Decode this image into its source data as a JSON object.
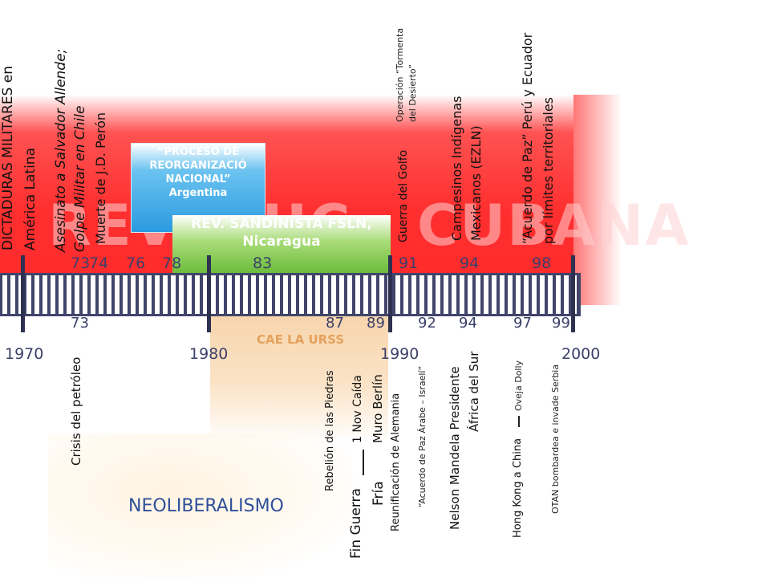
{
  "bands": {
    "revolucion_word_left": "REVOLUC",
    "revolucion_word_right": "CUBANA",
    "proceso": "“PROCESO DE REORGANIZACIÓ NACIONAL” Argentina",
    "sandinista": "REV. SANDINISTA FSLN, Nicaragua",
    "cae_urss": "CAE LA URSS",
    "neoliberalismo": "NEOLIBERALISMO"
  },
  "decades": [
    "1970",
    "1980",
    "1990",
    "2000"
  ],
  "years_top": [
    "73",
    "74",
    "76",
    "78",
    "83",
    "91",
    "94",
    "98"
  ],
  "years_bottom": [
    "73",
    "87",
    "89",
    "92",
    "94",
    "97",
    "99"
  ],
  "events_top": {
    "dictaduras_1": "DICTADURAS MILITARES en",
    "dictaduras_2": "América Latina",
    "allende_1": "Asesinato a Salvador Allende;",
    "allende_2": "Golpe Militar en Chile",
    "peron": "Muerte de J.D. Perón",
    "tormenta_1": "Operación “Tormenta",
    "tormenta_2": "del Desierto”",
    "golfo": "Guerra del Golfo",
    "ezln_1": "Campesinos Indígenas",
    "ezln_2": "Mexicanos (EZLN)",
    "paz_1": "“Acuerdo de Paz” Perú y Ecuador",
    "paz_2": "por límites territoriales"
  },
  "events_bottom": {
    "petroleo": "Crisis del petróleo",
    "piedras": "Rebelión de las Piedras",
    "caida_muro_1": "1 Nov Caída",
    "caida_muro_2": "Muro Berlín",
    "fin_guerra_1": "Fin Guerra",
    "fin_guerra_2": "Fría",
    "reunificacion": "Reunificación de Alemania",
    "acuerdo_arabe": "“Acuerdo de Paz Árabe – Israelí”",
    "mandela_1": "Nelson Mandela Presidente",
    "mandela_2": "África del Sur",
    "hongkong_1": "Hong Kong a China",
    "hongkong_2": "Oveja Dolly",
    "otan": "OTAN bombardea e invade Serbia"
  }
}
